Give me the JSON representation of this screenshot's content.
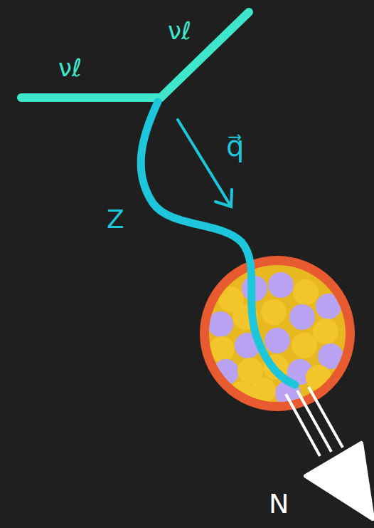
{
  "diagram": {
    "labels": [
      "νℓ",
      "νℓ",
      "q⃗",
      "Z",
      "N"
    ]
  }
}
